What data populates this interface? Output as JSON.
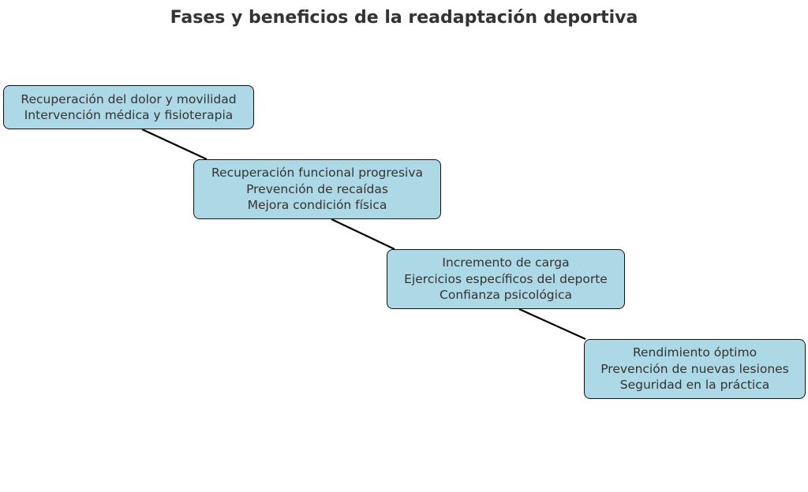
{
  "title": "Fases y beneficios de la readaptación deportiva",
  "colors": {
    "node_fill": "#add8e6",
    "node_border": "#111111",
    "edge": "#000000",
    "text": "#333333"
  },
  "nodes": [
    {
      "lines": [
        "Recuperación del dolor y movilidad",
        "Intervención médica y fisioterapia"
      ]
    },
    {
      "lines": [
        "Recuperación funcional progresiva",
        "Prevención de recaídas",
        "Mejora condición física"
      ]
    },
    {
      "lines": [
        "Incremento de carga",
        "Ejercicios específicos del deporte",
        "Confianza psicológica"
      ]
    },
    {
      "lines": [
        "Rendimiento óptimo",
        "Prevención de nuevas lesiones",
        "Seguridad en la práctica"
      ]
    }
  ],
  "edges": [
    {
      "from": 0,
      "to": 1
    },
    {
      "from": 1,
      "to": 2
    },
    {
      "from": 2,
      "to": 3
    }
  ]
}
